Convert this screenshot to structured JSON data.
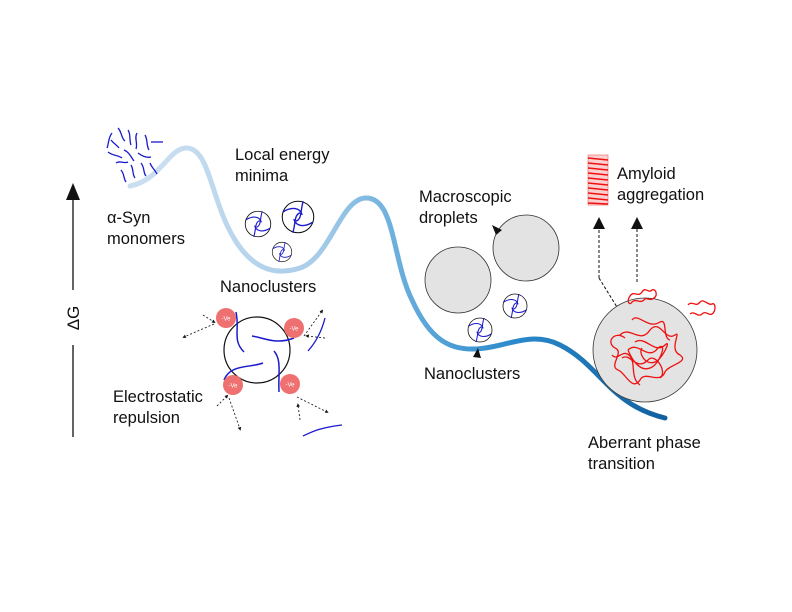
{
  "diagram": {
    "axis": {
      "label": "ΔG",
      "direction": "up"
    },
    "labels": {
      "monomers": [
        "α-Syn",
        "monomers"
      ],
      "local_minima": [
        "Local energy",
        "minima"
      ],
      "nanoclusters_left": [
        "Nanoclusters"
      ],
      "electrostatic": [
        "Electrostatic",
        "repulsion"
      ],
      "droplets": [
        "Macroscopic",
        "droplets"
      ],
      "nanoclusters_right": [
        "Nanoclusters"
      ],
      "amyloid": [
        "Amyloid",
        "aggregation"
      ],
      "aberrant": [
        "Aberrant phase",
        "transition"
      ]
    },
    "charge_label": "-Ve",
    "colors": {
      "curve_start": "#c6dcef",
      "curve_mid": "#6aaedc",
      "curve_end": "#1565a8",
      "protein": "#1a1acc",
      "droplet_fill": "#e3e3e3",
      "charge": "#ee7070",
      "amyloid": "#ee1111",
      "text": "#111111"
    },
    "icons": [
      "delta-g-arrow-icon",
      "monomer-squiggles-icon",
      "nanocluster-icon",
      "droplet-icon",
      "charge-icon",
      "amyloid-fibril-icon",
      "aberrant-droplet-icon"
    ]
  }
}
